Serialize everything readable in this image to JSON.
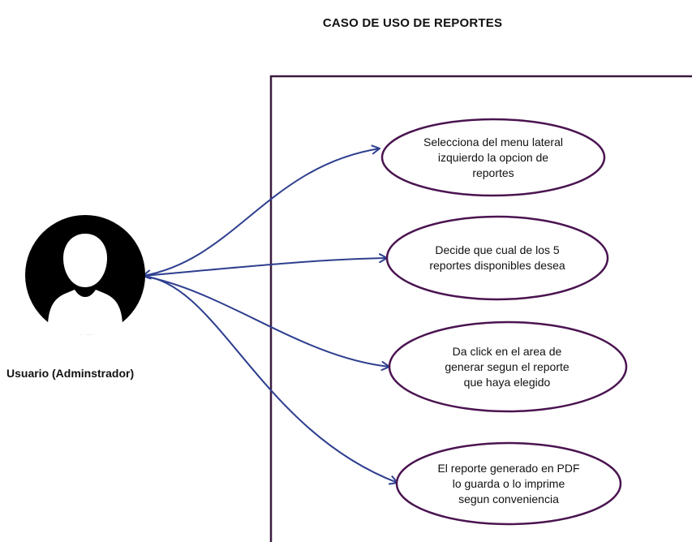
{
  "diagram": {
    "title": "CASO DE USO DE REPORTES",
    "actor": {
      "label": "Usuario (Adminstrador)",
      "icon": "user-avatar-icon"
    },
    "use_cases": [
      {
        "id": "uc1",
        "label": "Selecciona del menu lateral\nizquierdo la opcion de\nreportes"
      },
      {
        "id": "uc2",
        "label": "Decide que cual de los 5\nreportes disponibles desea"
      },
      {
        "id": "uc3",
        "label": "Da click en el area de\ngenerar segun el reporte\nque haya elegido"
      },
      {
        "id": "uc4",
        "label": "El reporte generado en PDF\nlo guarda o lo imprime\nsegun conveniencia"
      }
    ],
    "colors": {
      "boundary": "#3a1a3f",
      "ellipse_stroke": "#4a1450",
      "arrow": "#2e3f8f",
      "actor_fill": "#000000"
    }
  }
}
